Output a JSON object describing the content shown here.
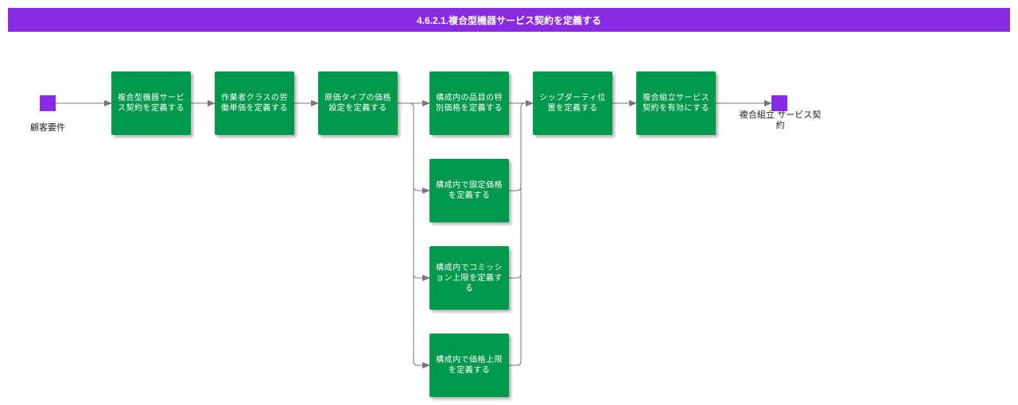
{
  "header": {
    "title": "4.6.2.1.複合型機器サービス契約を定義する"
  },
  "colors": {
    "title_bar": "#8a2be2",
    "step": "#00984a",
    "event": "#8a2be2",
    "connector": "#777777"
  },
  "start_event": {
    "label": "顧客要件"
  },
  "end_event": {
    "label": "複合組立 サービス契約"
  },
  "steps": [
    {
      "label": "複合型機器サービス契約を定義する"
    },
    {
      "label": "作業者クラスの労働単価を定義する"
    },
    {
      "label": "原価タイプの価格設定を定義する"
    },
    {
      "label": "構成内の品目の特別価格を定義する"
    },
    {
      "label": "構成内で固定価格を定義する"
    },
    {
      "label": "構成内でコミッション上限を定義する"
    },
    {
      "label": "構成内で価格上限を定義する"
    },
    {
      "label": "シップダーティ位置を定義する"
    },
    {
      "label": "複合組立サービス契約を有効にする"
    }
  ]
}
